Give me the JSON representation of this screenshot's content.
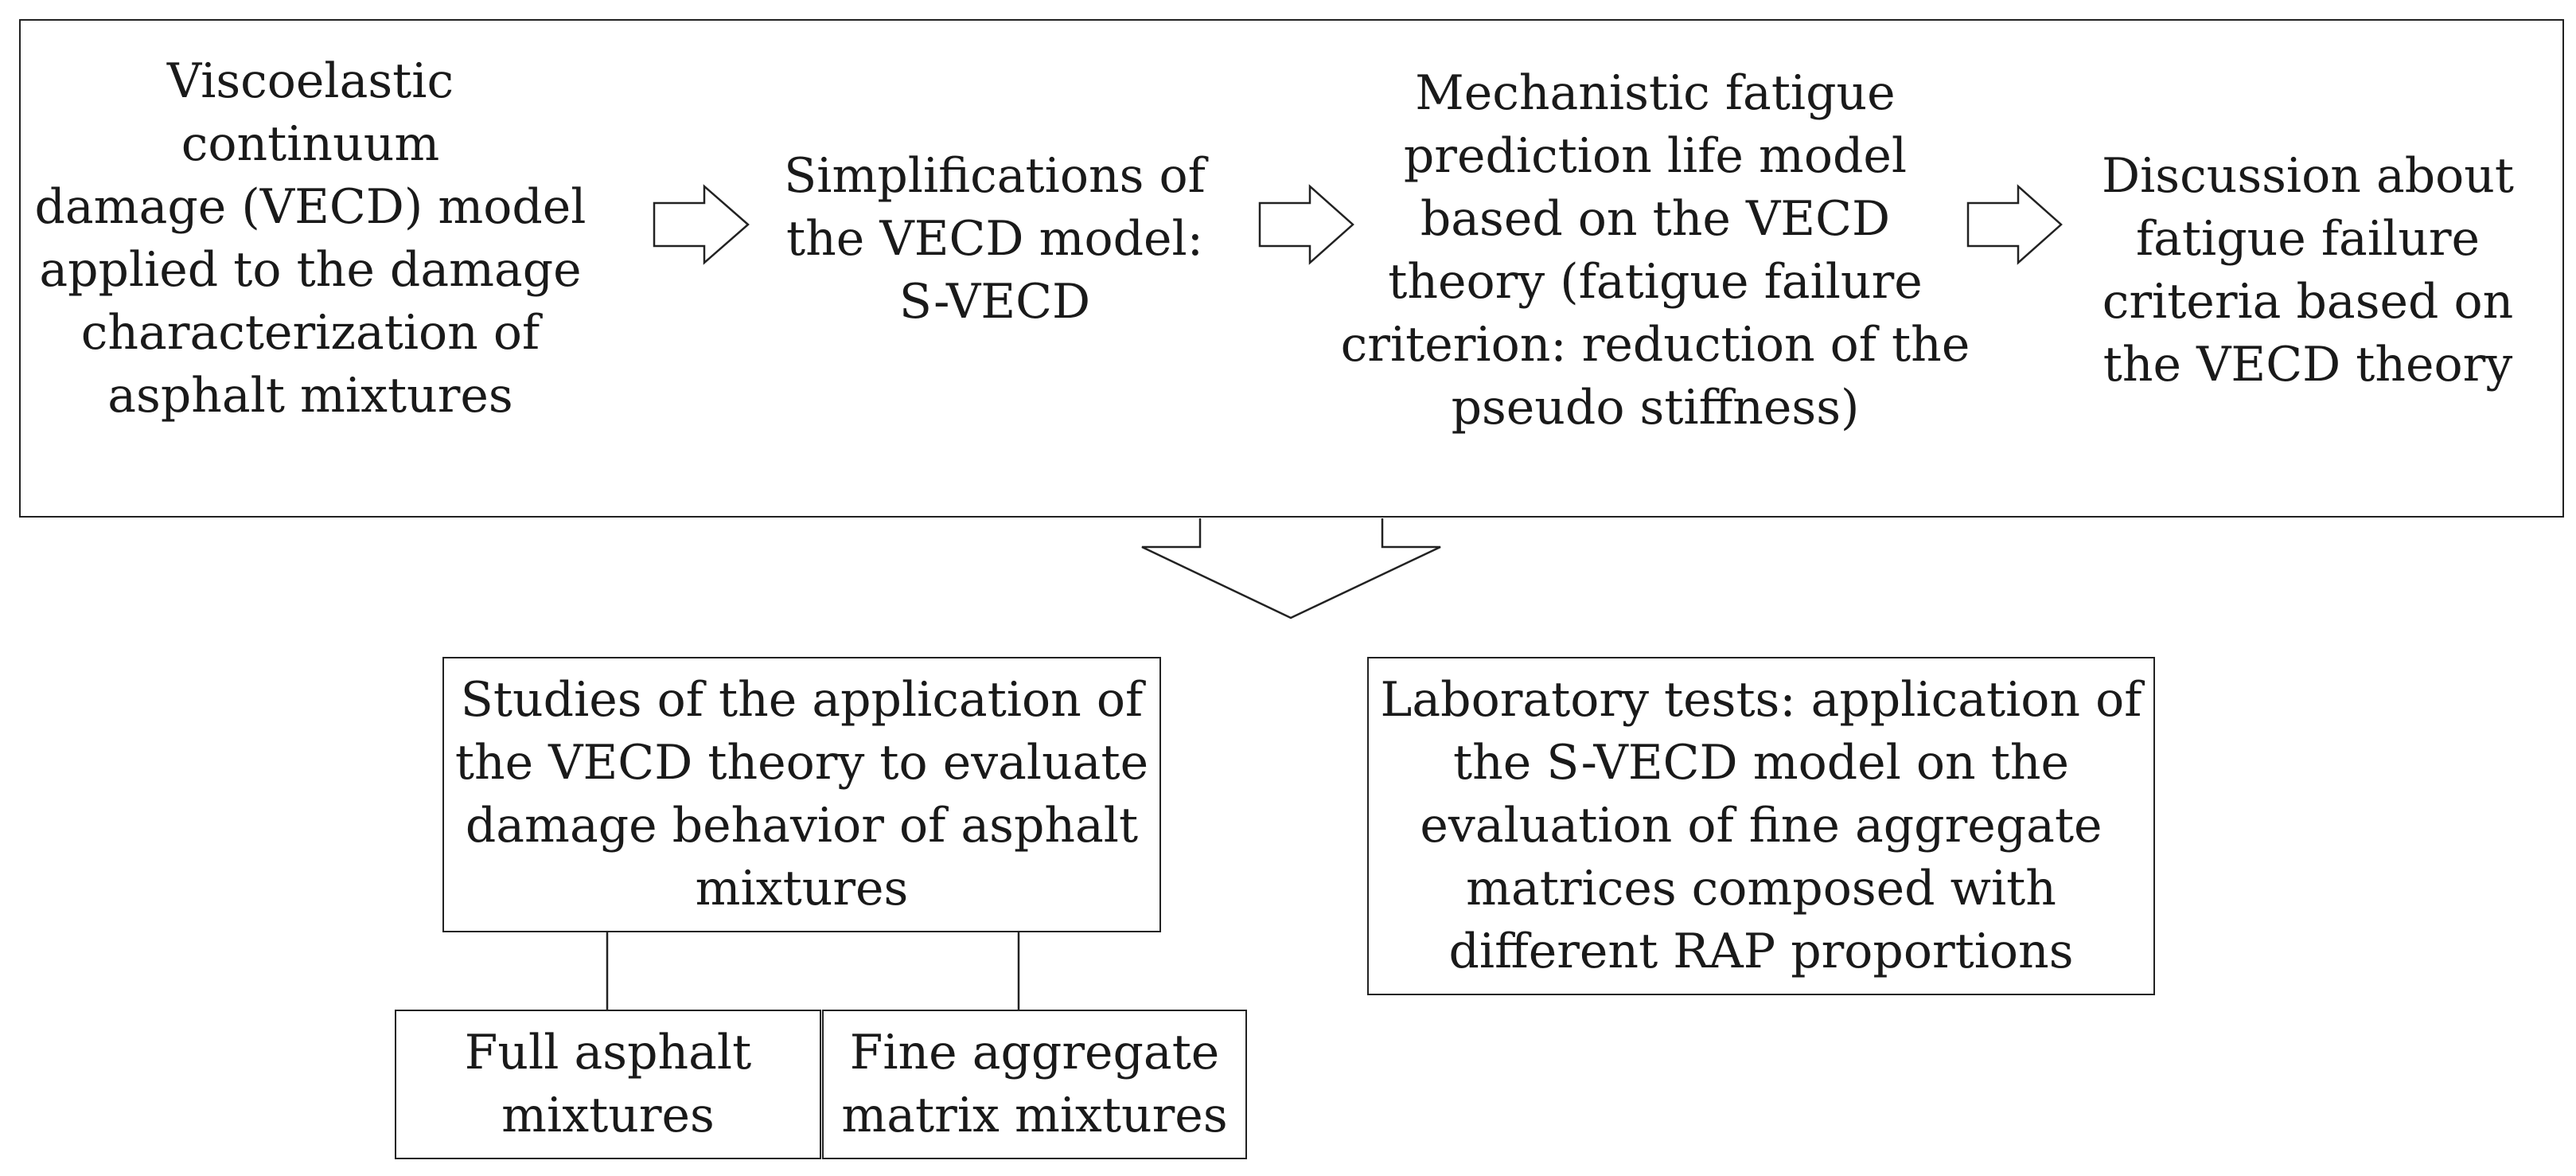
{
  "process": {
    "steps": [
      "Viscoelastic continuum\ndamage (VECD) model\napplied to the damage\ncharacterization of\nasphalt mixtures",
      "Simplifications of\nthe VECD model:\nS-VECD",
      "Mechanistic fatigue\nprediction life model\nbased on the VECD\ntheory (fatigue failure\ncriterion: reduction of the\npseudo stiffness)",
      "Discussion about\nfatigue failure\ncriteria based on\nthe VECD theory"
    ]
  },
  "studies": {
    "label": "Studies of the application of\nthe VECD theory to evaluate\ndamage behavior of asphalt\nmixtures",
    "children": [
      "Full asphalt\nmixtures",
      "Fine aggregate\nmatrix mixtures"
    ]
  },
  "lab_tests": {
    "label": "Laboratory tests: application of\nthe S-VECD model on the\nevaluation of fine aggregate\nmatrices composed with\ndifferent RAP proportions"
  }
}
